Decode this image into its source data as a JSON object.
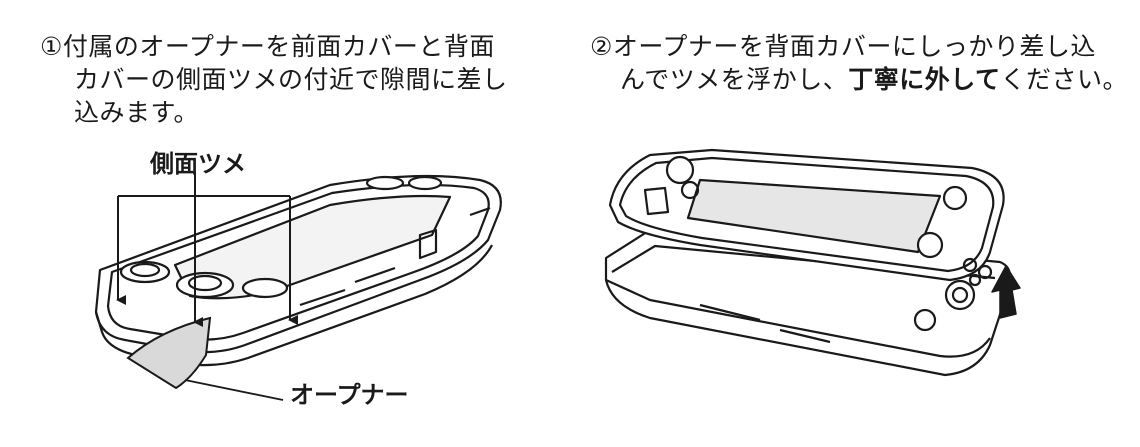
{
  "step1": {
    "line1": "①付属のオープナーを前面カバーと背面",
    "line2": "カバーの側面ツメの付近で隙間に差し",
    "line3": "込みます。"
  },
  "step2": {
    "line1": "②オープナーを背面カバーにしっかり差し込",
    "line2_pre": "んでツメを浮かし、",
    "line2_bold": "丁寧に外して",
    "line2_post": "ください。"
  },
  "labels": {
    "side_tabs": "側面ツメ",
    "opener": "オープナー"
  }
}
